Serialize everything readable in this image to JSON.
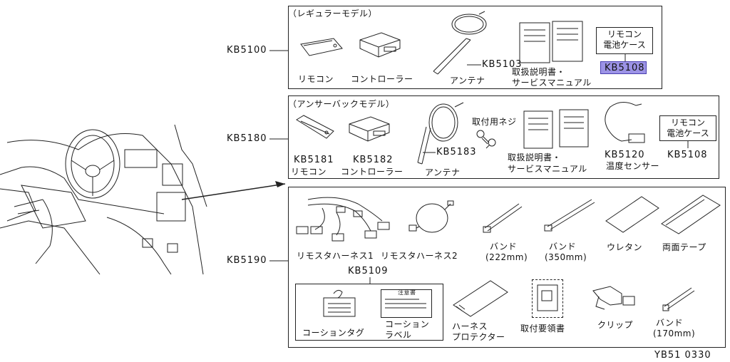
{
  "groups": [
    {
      "code": "KB5100",
      "title": "（レギュラーモデル）",
      "items": [
        {
          "name": "remote",
          "label": "リモコン"
        },
        {
          "name": "controller",
          "label": "コントローラー"
        },
        {
          "name": "antenna",
          "label": "アンテナ",
          "code": "KB5103"
        },
        {
          "name": "manual",
          "label_line1": "取扱説明書・",
          "label_line2": "サービスマニュアル"
        },
        {
          "name": "battery-case",
          "case_line1": "リモコン",
          "case_line2": "電池ケース",
          "code": "KB5108",
          "highlighted": true
        }
      ]
    },
    {
      "code": "KB5180",
      "title": "（アンサーバックモデル）",
      "items": [
        {
          "name": "remote",
          "code": "KB5181",
          "label": "リモコン"
        },
        {
          "name": "controller",
          "code": "KB5182",
          "label": "コントローラー"
        },
        {
          "name": "antenna",
          "code": "KB5183",
          "label": "アンテナ"
        },
        {
          "name": "screw",
          "label": "取付用ネジ"
        },
        {
          "name": "manual",
          "label_line1": "取扱説明書・",
          "label_line2": "サービスマニュアル"
        },
        {
          "name": "temp-sensor",
          "code": "KB5120",
          "label": "温度センサー"
        },
        {
          "name": "battery-case",
          "case_line1": "リモコン",
          "case_line2": "電池ケース",
          "code": "KB5108"
        }
      ]
    },
    {
      "code": "KB5190",
      "items": [
        {
          "name": "harness1",
          "label": "リモスタハーネス1"
        },
        {
          "name": "harness2",
          "label": "リモスタハーネス2"
        },
        {
          "name": "band-222",
          "label_line1": "バンド",
          "label_line2": "(222mm)"
        },
        {
          "name": "band-350",
          "label_line1": "バンド",
          "label_line2": "(350mm)"
        },
        {
          "name": "urethane",
          "label": "ウレタン"
        },
        {
          "name": "tape",
          "label": "両面テープ"
        },
        {
          "name": "harness-protector",
          "label_line1": "ハーネス",
          "label_line2": "プロテクター"
        },
        {
          "name": "install-guide",
          "label": "取付要領書"
        },
        {
          "name": "clip",
          "label": "クリップ"
        },
        {
          "name": "band-170",
          "label_line1": "バンド",
          "label_line2": "(170mm)"
        }
      ],
      "subgroup": {
        "code": "KB5109",
        "items": [
          {
            "name": "caution-tag",
            "label": "コーションタグ"
          },
          {
            "name": "caution-label",
            "label_line1": "コーション",
            "label_line2": "ラベル",
            "heading": "注意書"
          }
        ]
      }
    }
  ],
  "footer": {
    "code": "YB51 0330"
  },
  "colors": {
    "highlight": "#9c93e6",
    "line": "#222222"
  }
}
